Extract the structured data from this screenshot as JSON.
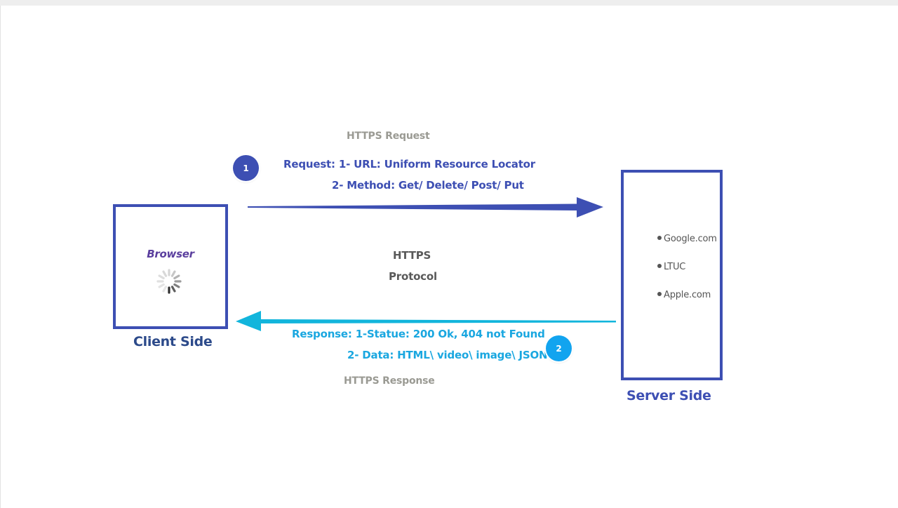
{
  "request": {
    "label": "HTTPS Request",
    "badge": "1",
    "line1": "Request: 1- URL: Uniform Resource Locator",
    "line2": "2- Method: Get/ Delete/ Post/ Put"
  },
  "protocol": {
    "line1": "HTTPS",
    "line2": "Protocol"
  },
  "response": {
    "line1": "Response: 1-Statue: 200 Ok, 404 not Found",
    "line2": "2- Data: HTML\\ video\\ image\\ JSON",
    "badge": "2",
    "label": "HTTPS Response"
  },
  "client": {
    "browser_label": "Browser",
    "title": "Client Side"
  },
  "server": {
    "title": "Server Side",
    "sites": [
      "Google.com",
      "LTUC",
      "Apple.com"
    ]
  },
  "colors": {
    "request_arrow": "#3d4fb3",
    "response_arrow": "#12b5dc",
    "box_border": "#3d4fb3",
    "badge_request": "#3d4fb3",
    "badge_response": "#12a4ef"
  },
  "icons": {
    "spinner": "loading-spinner-icon",
    "request_arrow": "arrow-right-icon",
    "response_arrow": "arrow-left-icon",
    "server_list_arrow": "arrow-down-icon"
  }
}
